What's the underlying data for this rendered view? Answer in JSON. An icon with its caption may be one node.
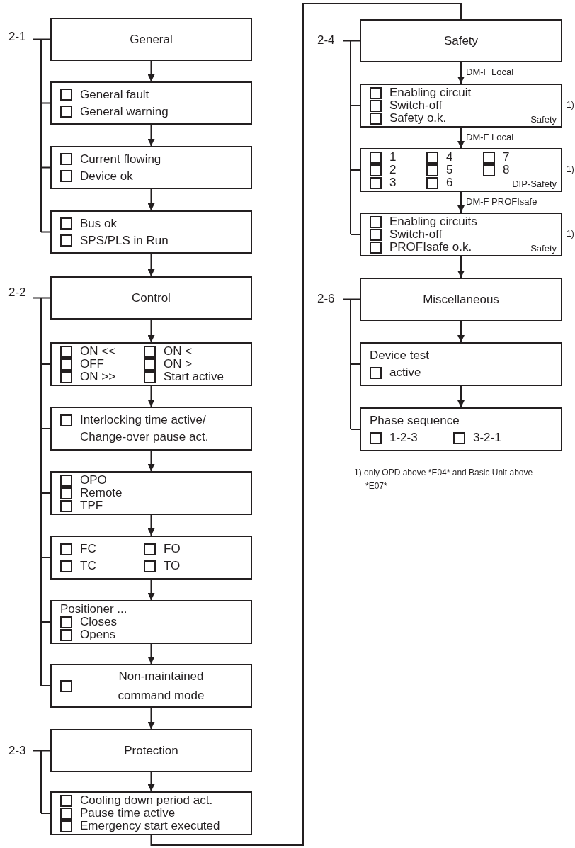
{
  "diagram": {
    "nodes": [
      {
        "text": [
          "General"
        ]
      },
      {
        "text": [
          "General fault",
          "General warning"
        ]
      },
      {
        "text": [
          "Current flowing",
          "Device ok"
        ]
      },
      {
        "text": [
          "Bus ok",
          "SPS/PLS in Run"
        ]
      },
      {
        "text": [
          "Control"
        ]
      },
      {
        "text": [
          "ON <<",
          "ON <",
          "OFF",
          "ON >",
          "ON >>",
          "Start active"
        ]
      },
      {
        "text": [
          "Interlocking time active/ Change-over pause act."
        ]
      },
      {
        "text": [
          "OPO",
          "Remote",
          "TPF"
        ]
      },
      {
        "text": [
          "FC",
          "FO",
          "TC",
          "TO"
        ]
      },
      {
        "text": [
          "Positioner ...",
          "Closes",
          "Opens"
        ]
      },
      {
        "text": [
          "Non-maintained command mode"
        ]
      },
      {
        "text": [
          "Protection"
        ]
      },
      {
        "text": [
          "Cooling down period act.",
          "Pause time active",
          "Emergency start executed"
        ]
      },
      {
        "text": [
          "Safety"
        ]
      },
      {
        "text": [
          "Enabling circuit",
          "Switch-off",
          "Safety o.k.",
          "Safety"
        ],
        "beside": [
          "1)"
        ]
      },
      {
        "text": [
          "1",
          "4",
          "7",
          "2",
          "5",
          "8",
          "3",
          "6",
          "DIP-Safety"
        ],
        "beside": [
          "1)"
        ]
      },
      {
        "text": [
          "Enabling circuits",
          "Switch-off",
          "PROFIsafe o.k.",
          "Safety"
        ],
        "beside": [
          "1)"
        ]
      },
      {
        "text": [
          "Miscellaneous"
        ]
      },
      {
        "text": [
          "Device test",
          "active"
        ]
      },
      {
        "text": [
          "Phase sequence",
          "1-2-3",
          "3-2-1"
        ]
      }
    ],
    "edges": [
      {
        "from": 0,
        "to": 1,
        "arrow": "to"
      },
      {
        "from": 1,
        "to": 2,
        "arrow": "to"
      },
      {
        "from": 2,
        "to": 3,
        "arrow": "to"
      },
      {
        "from": 3,
        "to": 4,
        "arrow": "to"
      },
      {
        "from": 4,
        "to": 5,
        "arrow": "to"
      },
      {
        "from": 5,
        "to": 6,
        "arrow": "to"
      },
      {
        "from": 6,
        "to": 7,
        "arrow": "to"
      },
      {
        "from": 7,
        "to": 8,
        "arrow": "to"
      },
      {
        "from": 8,
        "to": 9,
        "arrow": "to"
      },
      {
        "from": 9,
        "to": 10,
        "arrow": "to"
      },
      {
        "from": 10,
        "to": 11,
        "arrow": "to"
      },
      {
        "from": 11,
        "to": 12,
        "arrow": "to"
      },
      {
        "from": 12,
        "to": 13,
        "arrow": "none"
      },
      {
        "from": 13,
        "to": 14,
        "arrow": "to",
        "label": "DM-F Local"
      },
      {
        "from": 14,
        "to": 15,
        "arrow": "to",
        "label": "DM-F Local"
      },
      {
        "from": 15,
        "to": 16,
        "arrow": "to",
        "label": "DM-F PROFIsafe"
      },
      {
        "from": 16,
        "to": 17,
        "arrow": "to"
      },
      {
        "from": 17,
        "to": 18,
        "arrow": "to"
      },
      {
        "from": 18,
        "to": 19,
        "arrow": "to"
      }
    ],
    "labels": [
      "2-1",
      "2-2",
      "2-3",
      "2-4",
      "2-6",
      "1) only OPD above *E04* and Basic Unit above *E07*"
    ]
  }
}
